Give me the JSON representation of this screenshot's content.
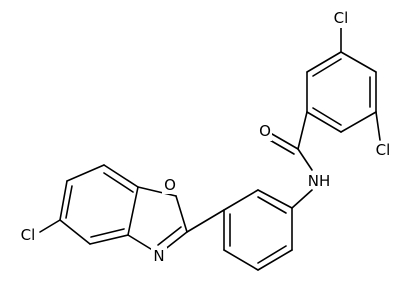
{
  "molecule": {
    "atoms": {
      "cl_top": "Cl",
      "cl_right": "Cl",
      "cl_left": "Cl",
      "oxygen_carbonyl": "O",
      "oxygen_ring": "O",
      "nitrogen_ring": "N",
      "amide_nh": "NH"
    }
  }
}
